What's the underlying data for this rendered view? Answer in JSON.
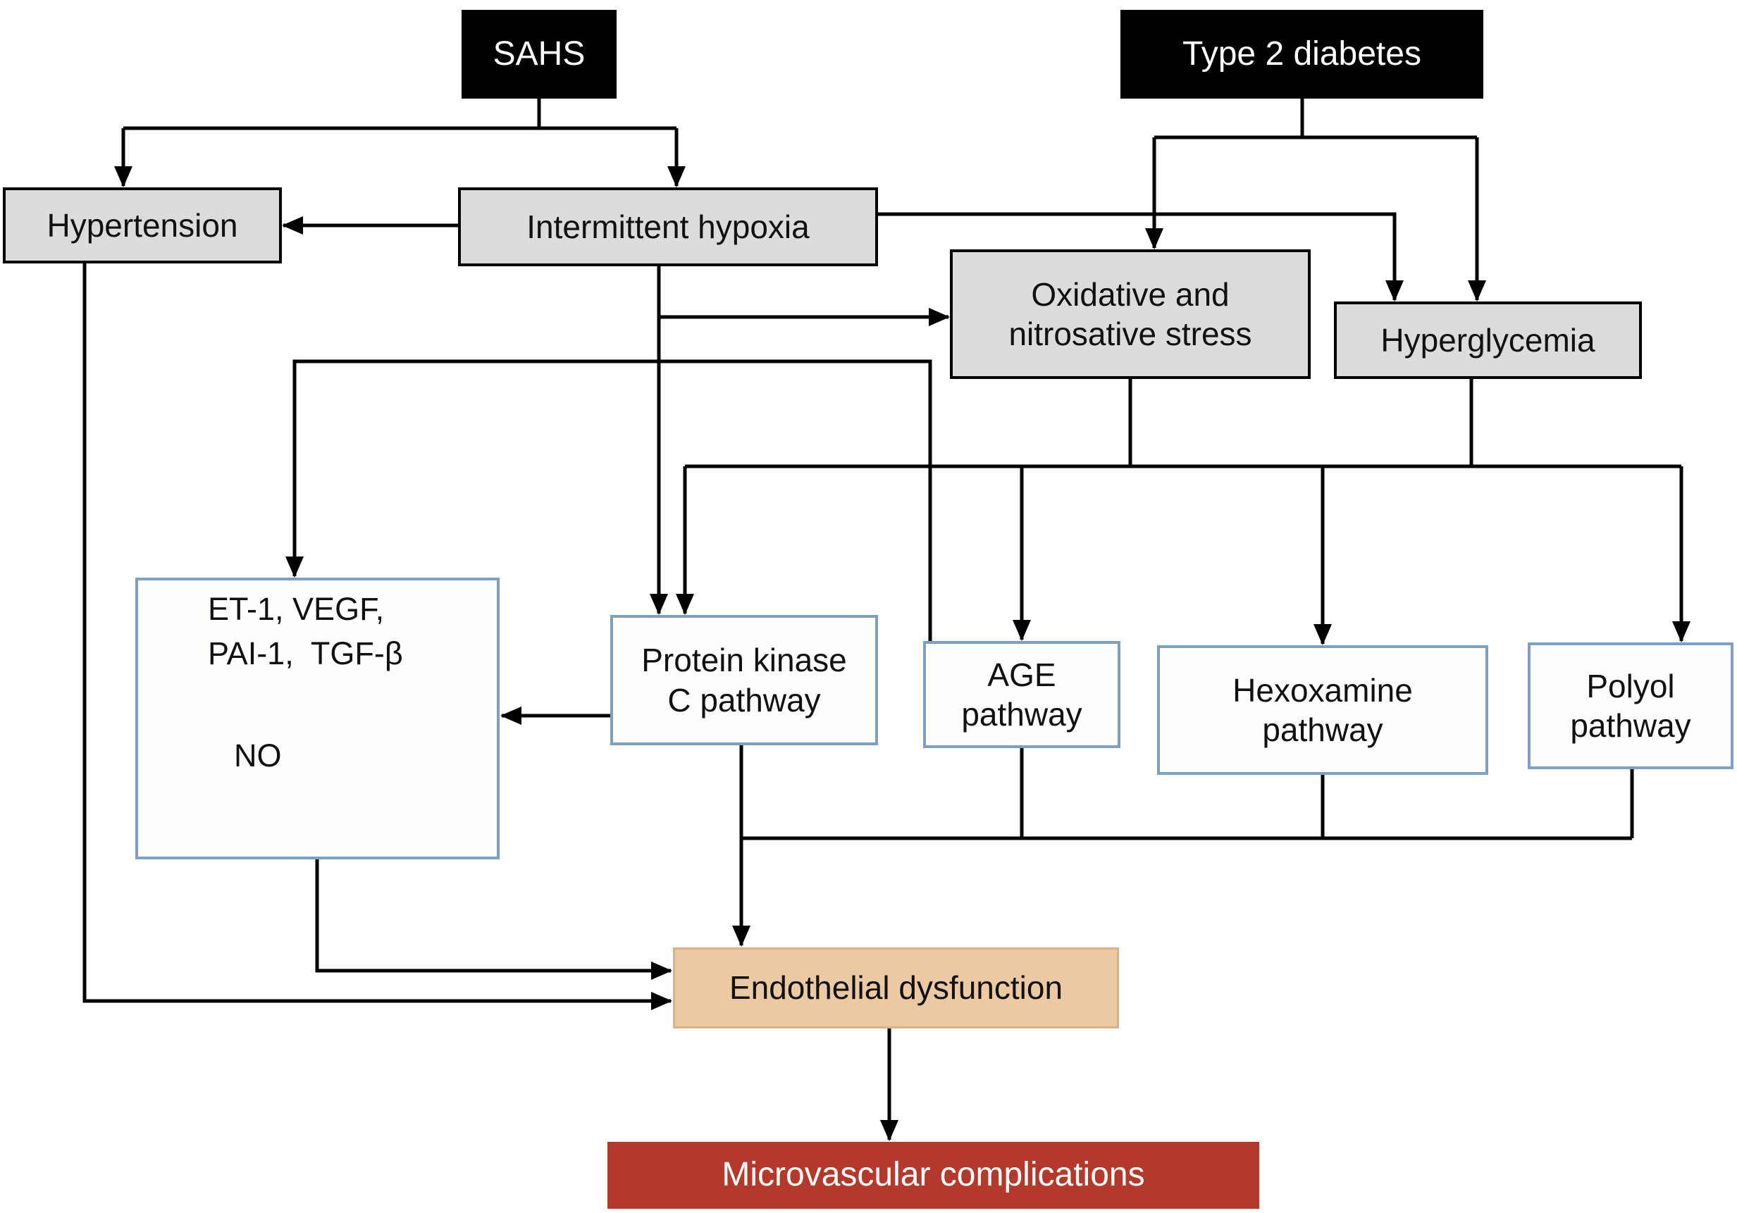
{
  "figure": {
    "title": "Pathways linking SAHS and Type 2 diabetes to microvascular complications",
    "type": "flowchart"
  },
  "colors": {
    "background": "#ffffff",
    "black_node_fill": "#000000",
    "black_node_text": "#ffffff",
    "gray_node_fill": "#dcdcdc",
    "gray_node_border": "#000000",
    "blue_node_border": "#7da0c2",
    "blue_node_fill": "#fdfdfc",
    "tan_node_fill": "#ebc9a3",
    "tan_node_border": "#dbb183",
    "red_node_fill": "#b5392b",
    "red_node_text": "#ffffff",
    "connector": "#000000"
  },
  "nodes": {
    "sahs": {
      "label": "SAHS"
    },
    "diabetes": {
      "label": "Type 2 diabetes"
    },
    "hypertension": {
      "label": "Hypertension"
    },
    "hypoxia": {
      "label": "Intermittent hypoxia"
    },
    "oxidative": {
      "line1": "Oxidative and",
      "line2": "nitrosative stress"
    },
    "hyperglycemia": {
      "label": "Hyperglycemia"
    },
    "mediators": {
      "up_items_line1": "ET-1, VEGF,",
      "up_items_line2": "PAI-1,  TGF-β",
      "down_item": "NO",
      "up_arrow_icon": "increase-arrow",
      "down_arrow_icon": "decrease-arrow"
    },
    "pkc": {
      "line1": "Protein kinase",
      "line2": "C pathway"
    },
    "age": {
      "line1": "AGE",
      "line2": "pathway"
    },
    "hexoxamine": {
      "line1": "Hexoxamine",
      "line2": "pathway"
    },
    "polyol": {
      "line1": "Polyol",
      "line2": "pathway"
    },
    "endothelial": {
      "label": "Endothelial dysfunction"
    },
    "microvascular": {
      "label": "Microvascular complications"
    }
  },
  "edges": [
    {
      "from": "SAHS",
      "to": "Hypertension"
    },
    {
      "from": "SAHS",
      "to": "Intermittent hypoxia"
    },
    {
      "from": "Type 2 diabetes",
      "to": "Oxidative and nitrosative stress"
    },
    {
      "from": "Type 2 diabetes",
      "to": "Hyperglycemia"
    },
    {
      "from": "Intermittent hypoxia",
      "to": "Hypertension"
    },
    {
      "from": "Intermittent hypoxia",
      "to": "Hyperglycemia"
    },
    {
      "from": "Intermittent hypoxia",
      "to": "Oxidative and nitrosative stress"
    },
    {
      "from": "Intermittent hypoxia",
      "to": "Protein kinase C pathway"
    },
    {
      "from": "Oxidative and nitrosative stress",
      "to": "pathway collector line"
    },
    {
      "from": "Hyperglycemia",
      "to": "pathway collector line"
    },
    {
      "from": "pathway collector line",
      "to": "Protein kinase C pathway"
    },
    {
      "from": "pathway collector line",
      "to": "AGE pathway"
    },
    {
      "from": "pathway collector line",
      "to": "Hexoxamine pathway"
    },
    {
      "from": "pathway collector line",
      "to": "Polyol pathway"
    },
    {
      "from": "AGE pathway",
      "to": "mediator box (ET-1, VEGF, PAI-1, TGF-β, NO)"
    },
    {
      "from": "Protein kinase C pathway",
      "to": "mediator box (ET-1, VEGF, PAI-1, TGF-β, NO)"
    },
    {
      "from": "mediator box (ET-1, VEGF, PAI-1, TGF-β, NO)",
      "to": "Endothelial dysfunction"
    },
    {
      "from": "Hypertension",
      "to": "Endothelial dysfunction"
    },
    {
      "from": "Protein kinase C pathway",
      "to": "Endothelial dysfunction"
    },
    {
      "from": "AGE pathway",
      "to": "Endothelial dysfunction"
    },
    {
      "from": "Hexoxamine pathway",
      "to": "Endothelial dysfunction"
    },
    {
      "from": "Polyol pathway",
      "to": "Endothelial dysfunction"
    },
    {
      "from": "Endothelial dysfunction",
      "to": "Microvascular complications"
    }
  ]
}
